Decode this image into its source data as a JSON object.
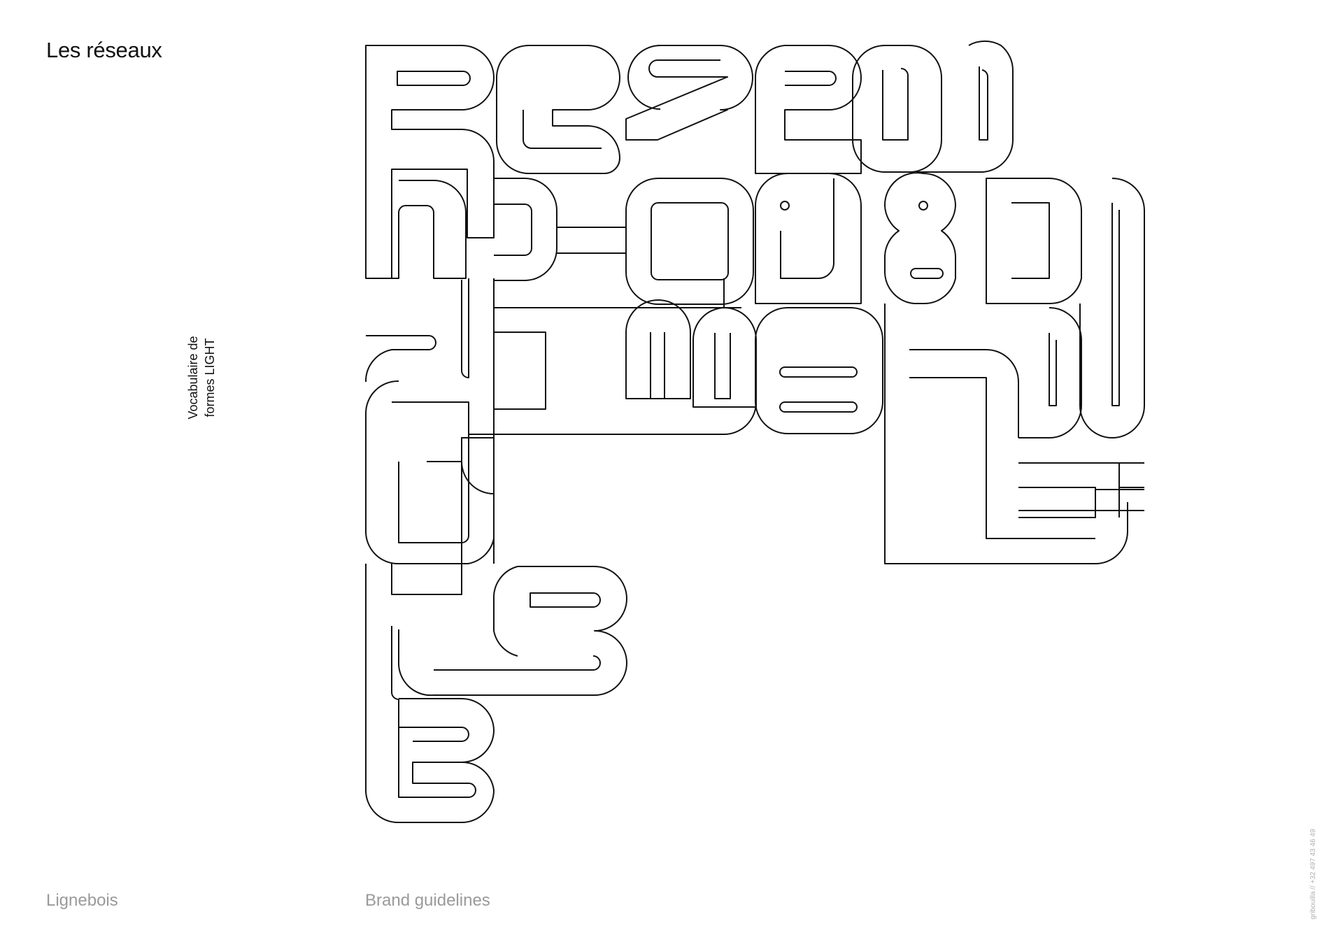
{
  "page": {
    "title": "Les réseaux",
    "caption_line1": "Vocabulaire de",
    "caption_line2": "formes LIGHT"
  },
  "footer": {
    "brand": "Lignebois",
    "section": "Brand guidelines",
    "credit": "gribouilla // +32 497 43 46 49"
  },
  "colors": {
    "ink": "#111111",
    "muted": "#9a9a9a",
    "background": "#ffffff"
  }
}
